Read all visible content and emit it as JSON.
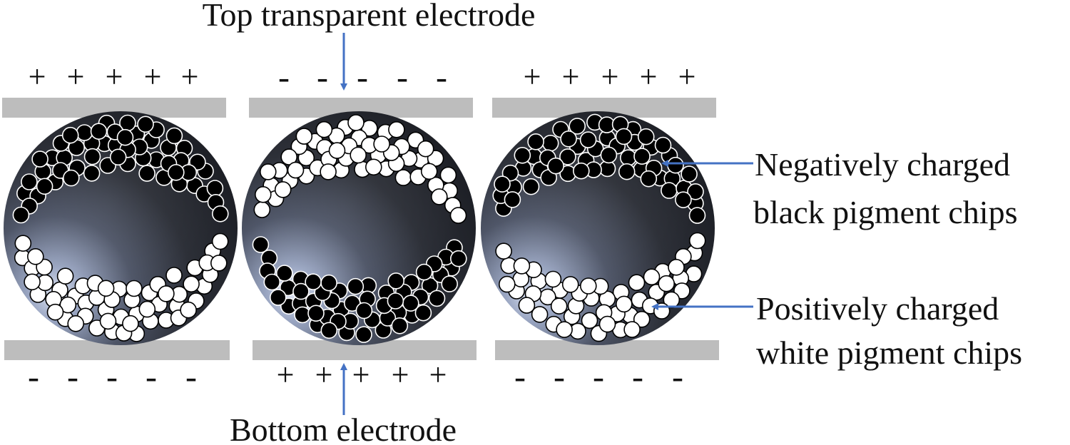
{
  "labels": {
    "top_electrode": "Top transparent electrode",
    "bottom_electrode": "Bottom electrode",
    "negative_line1": "Negatively charged",
    "negative_line2": "black pigment chips",
    "positive_line1": "Positively charged",
    "positive_line2": "white pigment chips"
  },
  "colors": {
    "electrode": "#bdbdbd",
    "arrow": "#4472c4",
    "sphere_dark": "#1c1e24",
    "sphere_light": "#c5cfe6",
    "chip_black": "#000000",
    "chip_white": "#ffffff",
    "text": "#111111"
  },
  "cells": [
    {
      "top_signs": [
        "+",
        "+",
        "+",
        "+",
        "+"
      ],
      "bottom_signs": [
        "-",
        "-",
        "-",
        "-",
        "-"
      ],
      "top_chips": "black",
      "bottom_chips": "white"
    },
    {
      "top_signs": [
        "-",
        "-",
        "-",
        "-",
        "-"
      ],
      "bottom_signs": [
        "+",
        "+",
        "+",
        "+",
        "+"
      ],
      "top_chips": "white",
      "bottom_chips": "black"
    },
    {
      "top_signs": [
        "+",
        "+",
        "+",
        "+",
        "+"
      ],
      "bottom_signs": [
        "-",
        "-",
        "-",
        "-",
        "-"
      ],
      "top_chips": "black",
      "bottom_chips": "white"
    }
  ]
}
